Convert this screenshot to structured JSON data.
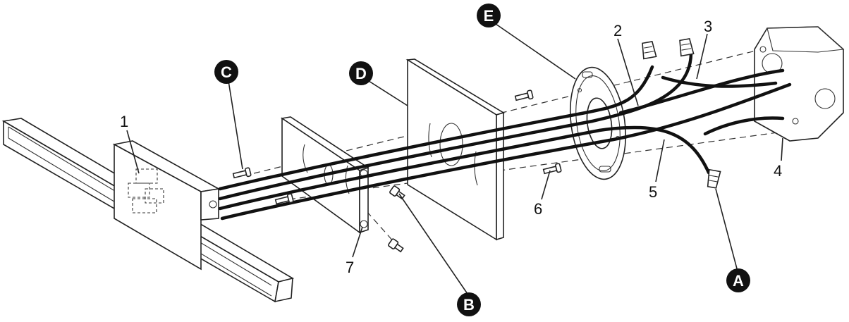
{
  "part_numbers": {
    "n1": "1",
    "n2": "2",
    "n3": "3",
    "n4": "4",
    "n5": "5",
    "n6": "6",
    "n7": "7"
  },
  "callouts": {
    "A": "A",
    "B": "B",
    "C": "C",
    "D": "D",
    "E": "E"
  },
  "colors": {
    "line": "#222222",
    "bubble": "#111111",
    "background": "#ffffff"
  }
}
